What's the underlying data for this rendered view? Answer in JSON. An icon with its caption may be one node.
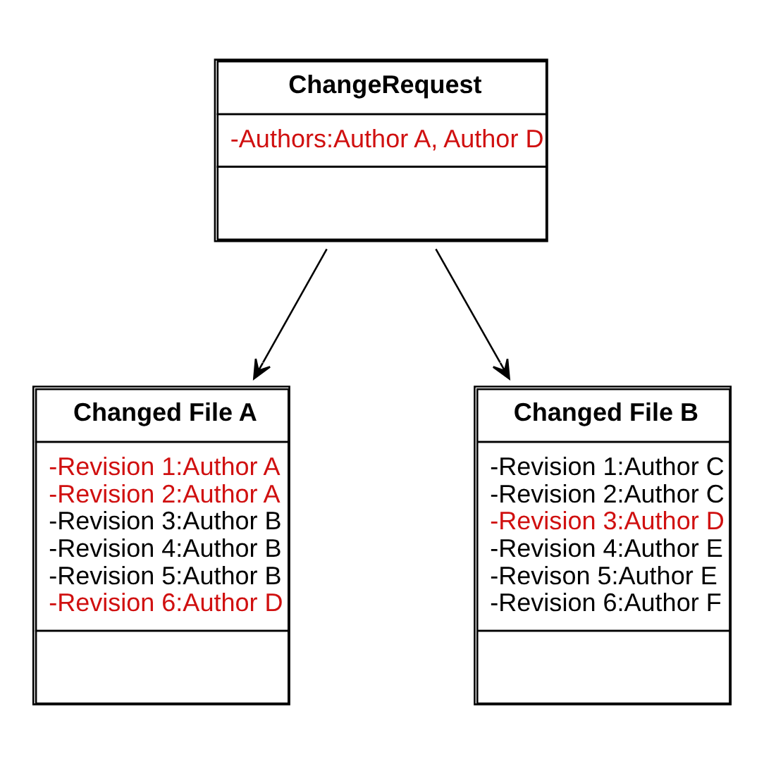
{
  "diagram": {
    "nodes": [
      {
        "text": [
          "ChangeRequest",
          "-Authors:Author A, Author D"
        ]
      },
      {
        "text": [
          "Changed File A",
          "-Revision 1:Author A",
          "-Revision 2:Author A",
          "-Revision 3:Author B",
          "-Revision 4:Author B",
          "-Revision 5:Author B",
          "-Revision 6:Author D"
        ]
      },
      {
        "text": [
          "Changed File B",
          "-Revision 1:Author C",
          "-Revision 2:Author C",
          "-Revision 3:Author D",
          "-Revision 4:Author E",
          "-Revison 5:Author E",
          "-Revision 6:Author F"
        ]
      }
    ],
    "edges": [
      {
        "from": 0,
        "to": 1,
        "arrow": "to"
      },
      {
        "from": 0,
        "to": 2,
        "arrow": "to"
      }
    ]
  }
}
